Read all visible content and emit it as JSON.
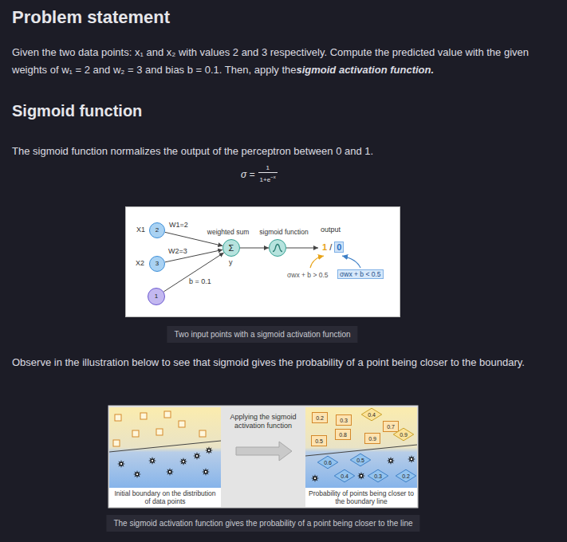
{
  "diagram": {
    "title": "Problem statement",
    "caption": "The sigmoid activation function gives the probability of a point being closer to the line",
    "nodes": [
      {
        "text": [
          "2"
        ]
      },
      {
        "text": [
          "3"
        ]
      },
      {
        "text": [
          "1"
        ]
      },
      {
        "text": [
          "weighted sum",
          "Σ"
        ]
      },
      {
        "text": [
          "sigmoid function"
        ]
      },
      {
        "text": [
          "0.4"
        ]
      },
      {
        "text": [
          "0.2"
        ]
      },
      {
        "text": [
          "0.3"
        ]
      },
      {
        "text": [
          "0.7"
        ]
      },
      {
        "text": [
          "0.8"
        ]
      },
      {
        "text": [
          "0.9"
        ]
      },
      {
        "text": [
          "0.9"
        ]
      },
      {
        "text": [
          "0.5"
        ]
      },
      {
        "text": [
          "0.5"
        ]
      },
      {
        "text": [
          "0.6"
        ]
      },
      {
        "text": [
          "0.4"
        ]
      },
      {
        "text": [
          "0.3"
        ]
      },
      {
        "text": [
          "0.2"
        ]
      }
    ],
    "edges": [
      {
        "from": 0,
        "to": 3,
        "arrow": "to",
        "label": "W1=2"
      },
      {
        "from": 1,
        "to": 3,
        "arrow": "to",
        "label": "W2=3"
      },
      {
        "from": 2,
        "to": 3,
        "arrow": "to",
        "label": "b = 0.1"
      },
      {
        "from": 3,
        "to": 4,
        "arrow": "to"
      }
    ],
    "labels": [
      "Given the two data points: x₁ and x₂ with values 2 and 3 respectively. Compute the predicted value with the given weights of w₁ = 2 and w₂ = 3 and bias b = 0.1. Then, apply the",
      "sigmoid activation function.",
      "Sigmoid function",
      "The sigmoid function normalizes the output of the perceptron between 0 and 1.",
      "σ =",
      "1",
      "1+e",
      "−x",
      "X1",
      "X2",
      "y",
      "output",
      "1",
      "/",
      "0",
      "σwx + b > 0.5",
      "σwx + b < 0.5",
      "Two input points with a sigmoid activation function",
      "Observe in the illustration below to see that sigmoid gives the probability of a point being closer to the boundary.",
      "Applying the sigmoid activation function",
      "Initial boundary on the distribution of data points",
      "Probability of points being closer to the boundary line"
    ]
  }
}
